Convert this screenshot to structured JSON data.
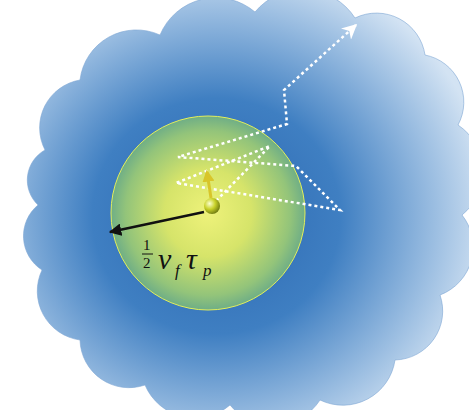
{
  "diagram": {
    "labels": [
      "1",
      "2",
      "v",
      "f",
      "τ",
      "p"
    ]
  }
}
